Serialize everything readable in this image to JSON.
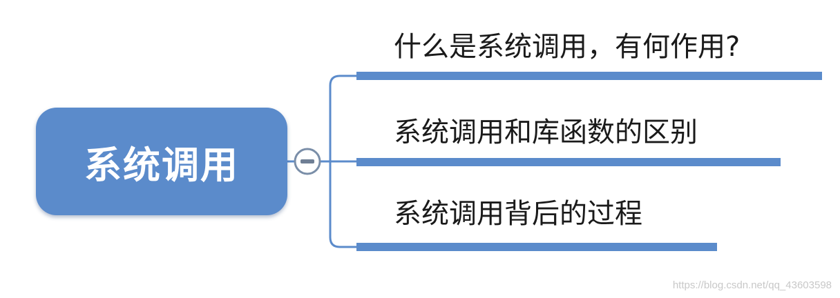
{
  "root": {
    "label": "系统调用"
  },
  "branches": [
    {
      "label": "什么是系统调用，有何作用?"
    },
    {
      "label": "系统调用和库函数的区别"
    },
    {
      "label": "系统调用背后的过程"
    }
  ],
  "collapse_toggle": {
    "icon": "minus-icon",
    "state": "expanded"
  },
  "colors": {
    "node_fill": "#5b8bcb",
    "connector": "#5b8bcb",
    "text": "#1a1a1a",
    "watermark": "#c8c8c8"
  },
  "watermark": {
    "text": "https://blog.csdn.net/qq_43603598"
  }
}
